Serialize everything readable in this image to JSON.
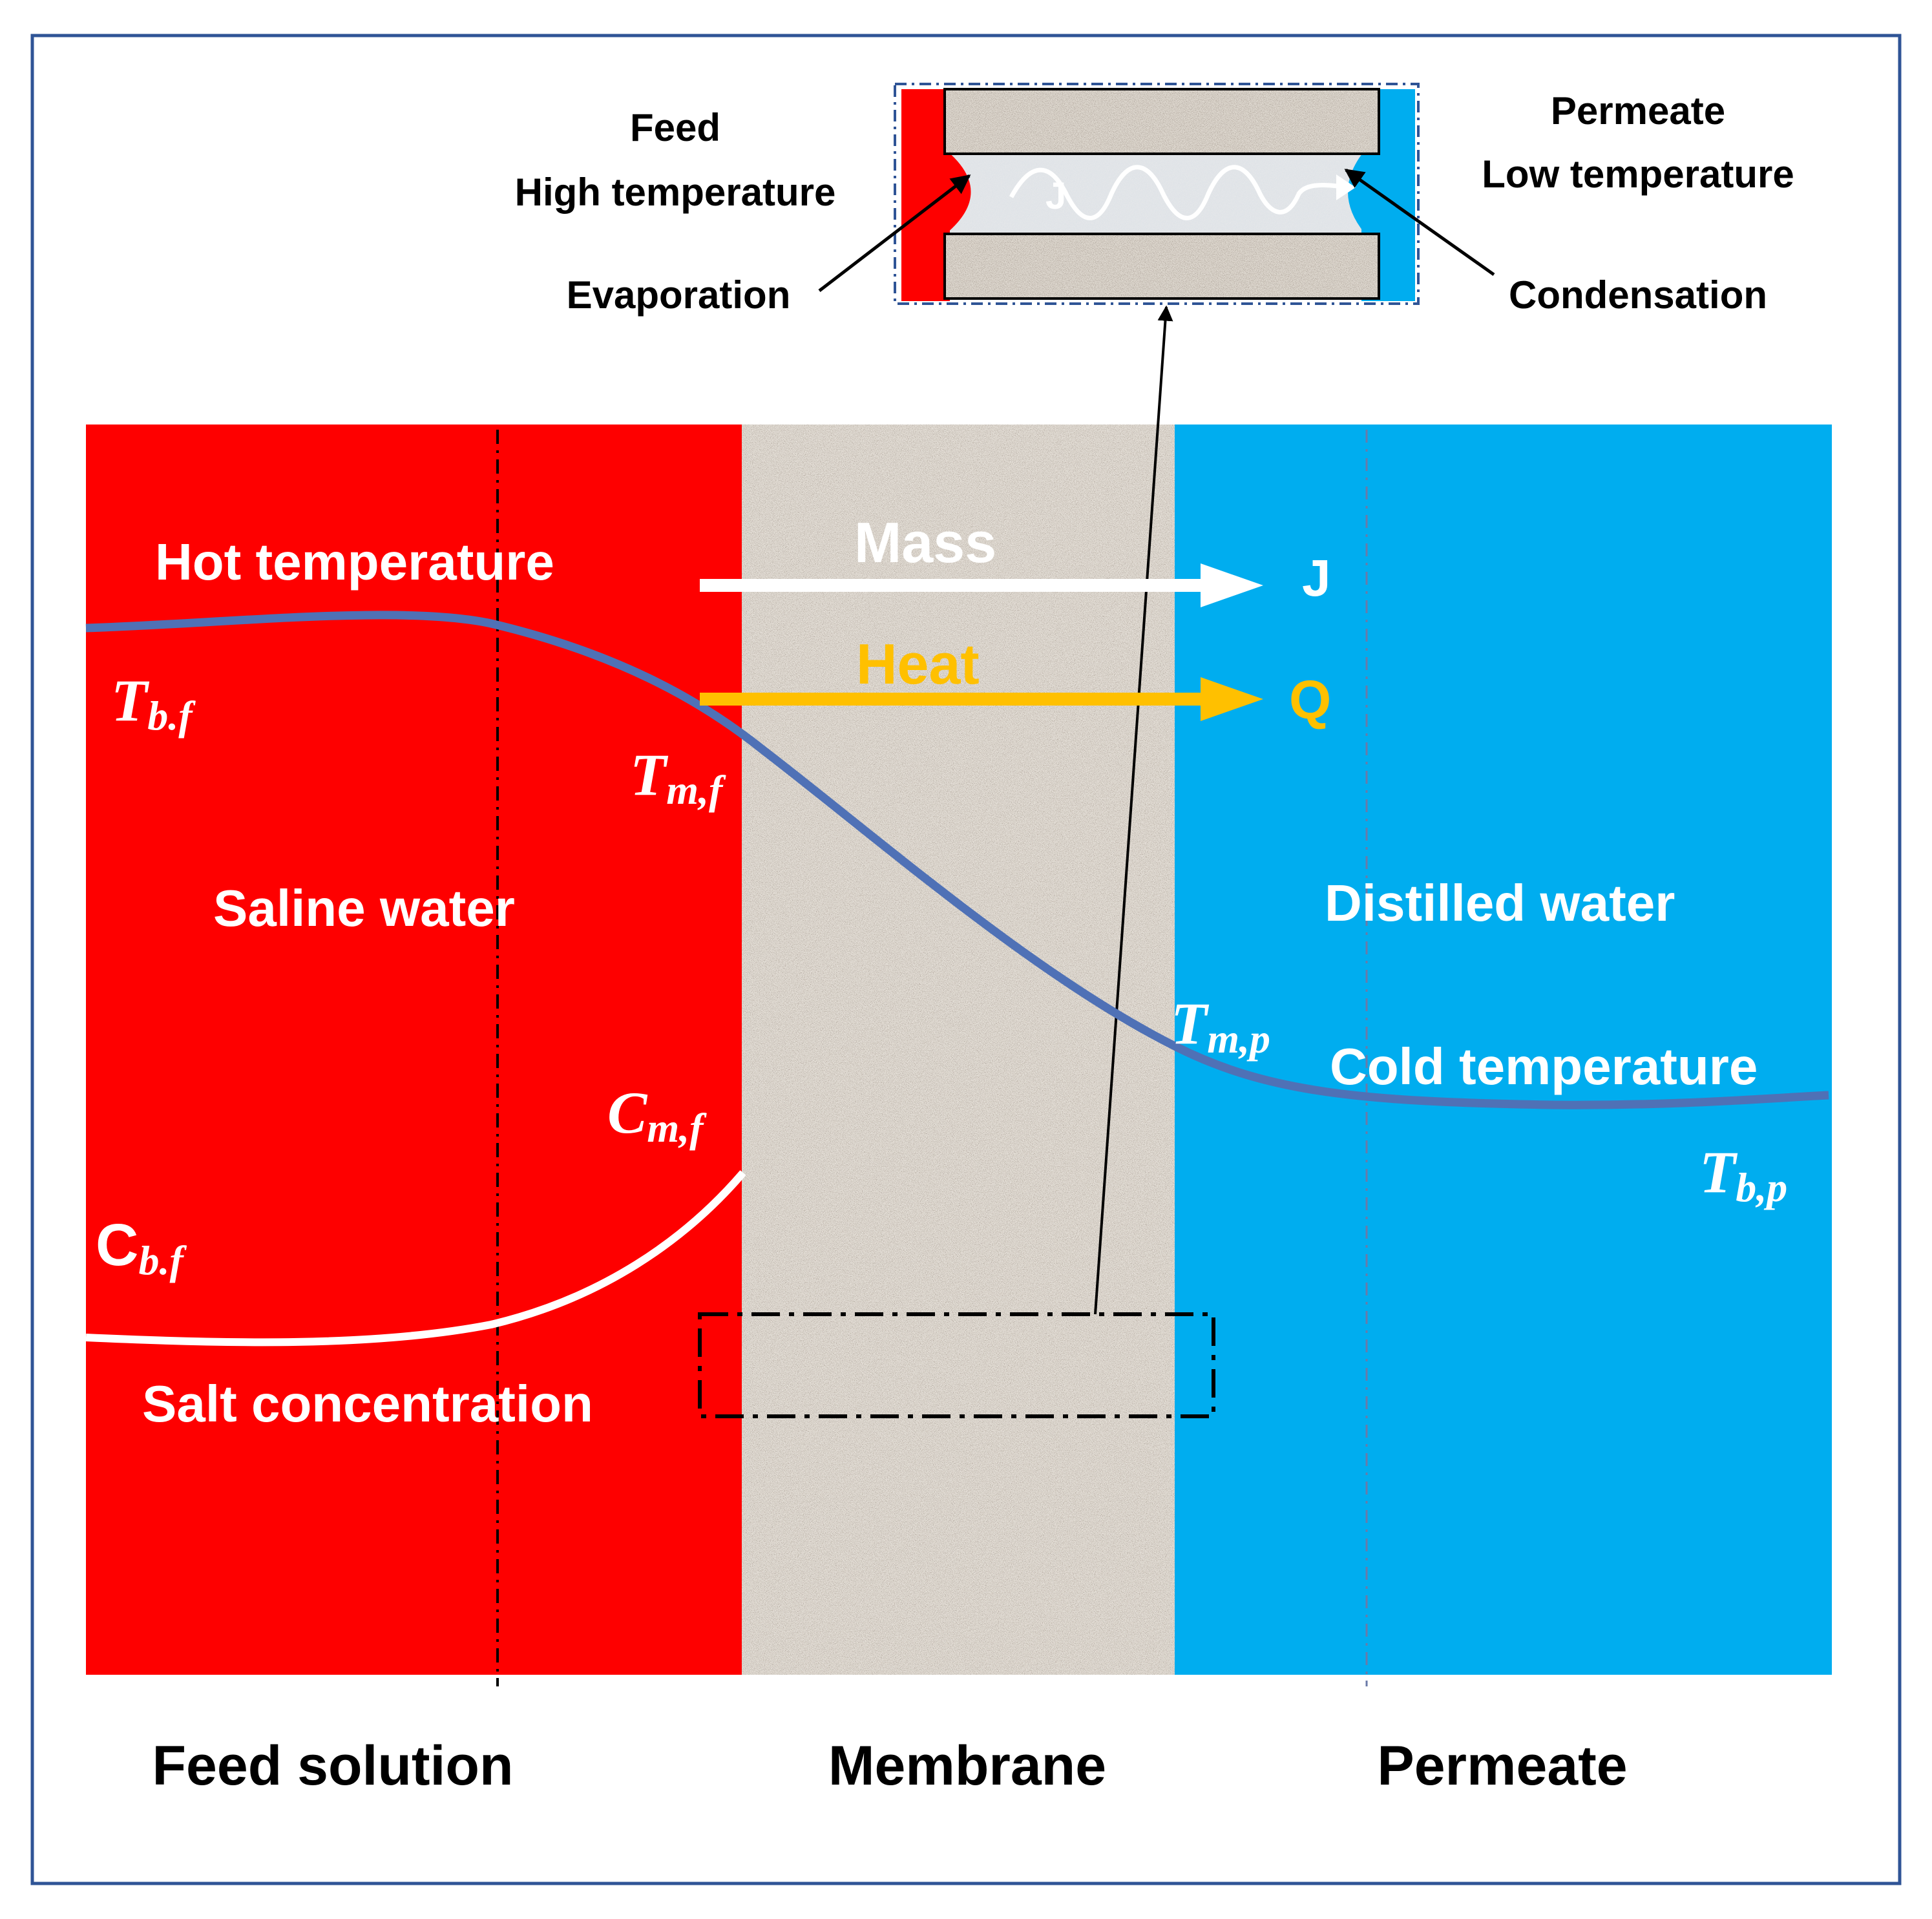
{
  "inset": {
    "feed_title": "Feed",
    "feed_subtitle": "High temperature",
    "permeate_title": "Permeate",
    "permeate_subtitle": "Low temperature",
    "evaporation": "Evaporation",
    "condensation": "Condensation",
    "flux_symbol": "J"
  },
  "regions": {
    "feed_label": "Feed solution",
    "membrane_label": "Membrane",
    "permeate_label": "Permeate",
    "feed_water": "Saline water",
    "permeate_water": "Distilled water"
  },
  "profiles": {
    "hot_temperature": "Hot temperature",
    "cold_temperature": "Cold temperature",
    "salt_concentration": "Salt concentration"
  },
  "transport": {
    "mass_label": "Mass",
    "mass_symbol": "J",
    "heat_label": "Heat",
    "heat_symbol": "Q"
  },
  "symbols": {
    "tbf_main": "T",
    "tbf_sub": "b.f",
    "tmf_main": "T",
    "tmf_sub": "m,f",
    "tmp_main": "T",
    "tmp_sub": "m,p",
    "tbp_main": "T",
    "tbp_sub": "b,p",
    "cmf_main": "C",
    "cmf_sub": "m,f",
    "cbf_main": "C",
    "cbf_sub": "b.f"
  },
  "colors": {
    "feed": "#fe0000",
    "permeate": "#00adef",
    "membrane": "#a89a8c",
    "temperature_curve": "#4f71b6",
    "heat_arrow": "#ffc000",
    "mass_arrow": "#ffffff",
    "frame": "#2f5496"
  }
}
